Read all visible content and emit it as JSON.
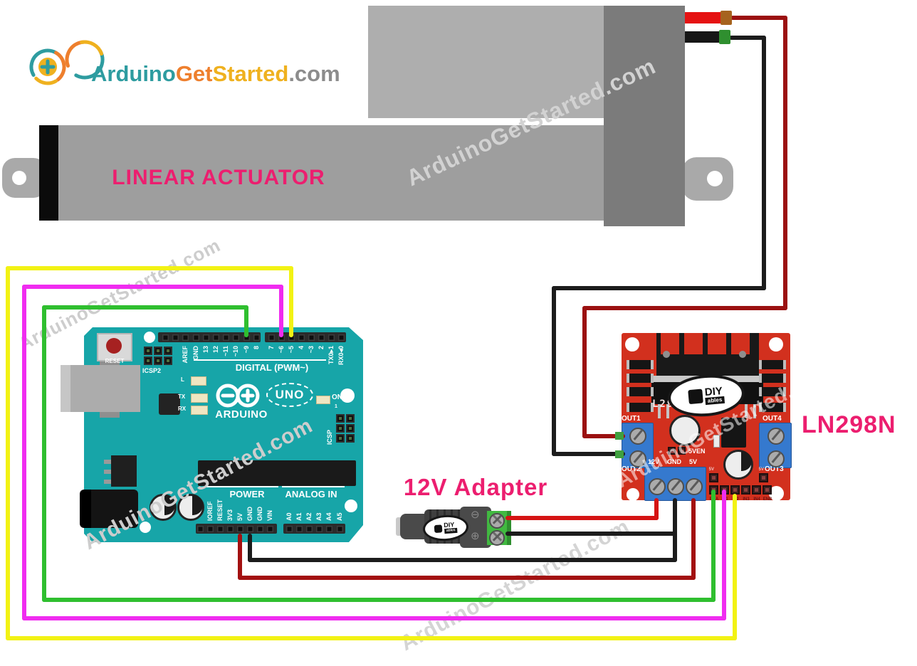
{
  "logo": {
    "arduino": "Arduino",
    "get": "Get",
    "started": "Started",
    "dotcom": ".com"
  },
  "watermark_text": "ArduinoGetStarted.com",
  "labels": {
    "actuator": "LINEAR ACTUATOR",
    "adapter": "12V Adapter",
    "driver": "LN298N"
  },
  "arduino": {
    "reset": "RESET",
    "icsp2": "ICSP2",
    "icsp": "ICSP",
    "icsp_one": "1",
    "digital_caption": "DIGITAL (PWM~)",
    "led_l": "L",
    "led_tx": "TX",
    "led_rx": "RX",
    "led_on": "ON",
    "brand": "ARDUINO",
    "model": "UNO",
    "digital_row1": [
      "AREF",
      "GND",
      "13",
      "12",
      "~11",
      "~10",
      "~9",
      "8"
    ],
    "digital_row2": [
      "7",
      "~6",
      "~5",
      "4",
      "~3",
      "2",
      "TX0▸1",
      "RX0◂0"
    ],
    "power_caption": "POWER",
    "analog_caption": "ANALOG IN",
    "power_pins": [
      "IOREF",
      "RESET",
      "3V3",
      "5V",
      "GND",
      "GND",
      "VIN"
    ],
    "analog_pins": [
      "A0",
      "A1",
      "A2",
      "A3",
      "A4",
      "A5"
    ]
  },
  "driver": {
    "chip": "L298N",
    "out1": "OUT1",
    "out2": "OUT2",
    "out3": "OUT3",
    "out4": "OUT4",
    "jumper": "5VEN",
    "pin5v_left": "5V",
    "pin5v_right": "5V",
    "pwr_pins": [
      "12V",
      "GND",
      "5V"
    ],
    "ctrl_pins": [
      "ENA",
      "IN1",
      "IN2",
      "IN3",
      "IN4",
      "ENB"
    ],
    "logo_diy": "DIY",
    "logo_ables": "ables"
  },
  "adapter": {
    "logo_diy": "DIY",
    "logo_ables": "ables",
    "minus": "⊖",
    "plus": "⊕"
  },
  "colors": {
    "pink": "#EC1E6F",
    "board_teal": "#17A5A8",
    "driver_red": "#D2301E",
    "terminal_blue": "#3579CE",
    "wire_yellow": "#F2F214",
    "wire_magenta": "#F02CF0",
    "wire_green": "#2FBF2F",
    "wire_red": "#D51414",
    "wire_dark_red": "#9B1010",
    "wire_5v_red": "#A31111",
    "wire_black": "#1C1C1C",
    "adapter_green": "#41B941",
    "logo_teal": "#2E9CA0",
    "logo_orange": "#EE7F2D",
    "logo_yellow": "#EFB11F",
    "logo_gray": "#8C8C8C"
  },
  "wires": [
    {
      "name": "wire-actuator-positive",
      "color": "#9B1010",
      "rects": [
        [
          1026,
          22,
          80,
          6
        ],
        [
          1100,
          22,
          6,
          414
        ],
        [
          818,
          430,
          288,
          6
        ],
        [
          818,
          430,
          6,
          186
        ],
        [
          818,
          610,
          60,
          6
        ]
      ]
    },
    {
      "name": "wire-actuator-negative",
      "color": "#1C1C1C",
      "rects": [
        [
          1024,
          50,
          52,
          6
        ],
        [
          1070,
          50,
          6,
          358
        ],
        [
          775,
          402,
          301,
          6
        ],
        [
          775,
          402,
          6,
          239
        ],
        [
          775,
          635,
          103,
          6
        ]
      ]
    },
    {
      "name": "wire-ena-green",
      "color": "#2FBF2F",
      "rects": [
        [
          343,
          429,
          6,
          45
        ],
        [
          59,
          429,
          290,
          6
        ],
        [
          59,
          429,
          6,
          417
        ],
        [
          59,
          840,
          946,
          6
        ],
        [
          999,
          688,
          6,
          158
        ]
      ]
    },
    {
      "name": "wire-in1-magenta",
      "color": "#F02CF0",
      "rects": [
        [
          392,
          400,
          6,
          74
        ],
        [
          31,
          400,
          367,
          6
        ],
        [
          31,
          400,
          6,
          472
        ],
        [
          31,
          866,
          989,
          6
        ],
        [
          1014,
          688,
          6,
          184
        ]
      ]
    },
    {
      "name": "wire-in2-yellow",
      "color": "#F2F214",
      "rects": [
        [
          406,
          374,
          6,
          100
        ],
        [
          8,
          374,
          404,
          6
        ],
        [
          8,
          374,
          6,
          526
        ],
        [
          8,
          894,
          1027,
          6
        ],
        [
          1029,
          694,
          6,
          206
        ]
      ]
    },
    {
      "name": "wire-5v-red",
      "color": "#A31111",
      "rects": [
        [
          334,
          750,
          6,
          65
        ],
        [
          334,
          809,
          643,
          6
        ],
        [
          971,
          700,
          6,
          115
        ]
      ]
    },
    {
      "name": "wire-gnd-black",
      "color": "#1C1C1C",
      "rects": [
        [
          348,
          750,
          6,
          40
        ],
        [
          348,
          784,
          603,
          6
        ],
        [
          945,
          700,
          6,
          90
        ]
      ]
    },
    {
      "name": "wire-adapter-red",
      "color": "#D51414",
      "rects": [
        [
          710,
          725,
          215,
          6
        ],
        [
          919,
          700,
          6,
          31
        ]
      ]
    },
    {
      "name": "wire-adapter-black",
      "color": "#1C1C1C",
      "rects": [
        [
          710,
          747,
          241,
          6
        ]
      ]
    }
  ]
}
